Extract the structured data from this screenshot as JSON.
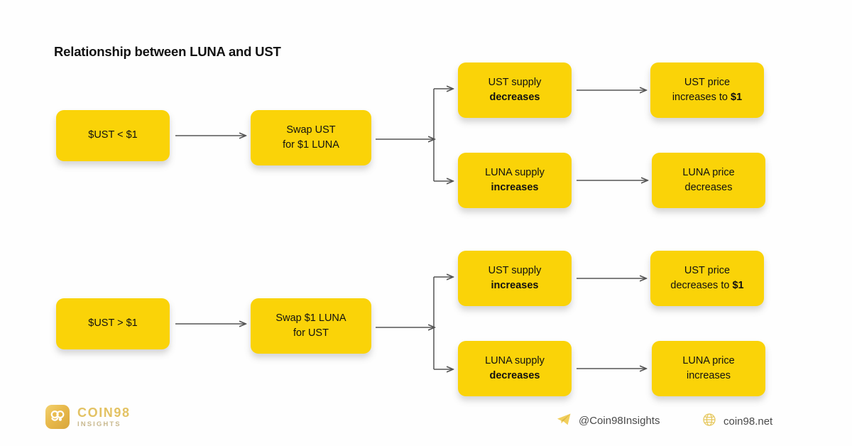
{
  "title": "Relationship between LUNA and UST",
  "theme": {
    "background": "#fefefe",
    "node_fill": "#fad308",
    "node_text": "#111111",
    "arrow": "#555555",
    "brand_gold": "#e3c263",
    "footer_text": "#4a4a4a"
  },
  "flows": [
    {
      "id": "flow-below-peg",
      "trigger": {
        "line1": "$UST < $1"
      },
      "action": {
        "line1": "Swap UST",
        "line2": "for $1 LUNA"
      },
      "branches": [
        {
          "id": "branch-ust-supply-down",
          "effect": {
            "line1": "UST supply",
            "line2": "decreases",
            "line2_bold": true
          },
          "result": {
            "line1": "UST price",
            "line2": "increases to ",
            "line2_bold_tail": "$1"
          }
        },
        {
          "id": "branch-luna-supply-up",
          "effect": {
            "line1": "LUNA supply",
            "line2": "increases",
            "line2_bold": true
          },
          "result": {
            "line1": "LUNA price",
            "line2": "decreases"
          }
        }
      ]
    },
    {
      "id": "flow-above-peg",
      "trigger": {
        "line1": "$UST > $1"
      },
      "action": {
        "line1": "Swap $1 LUNA",
        "line2": "for UST"
      },
      "branches": [
        {
          "id": "branch-ust-supply-up",
          "effect": {
            "line1": "UST supply",
            "line2": "increases",
            "line2_bold": true
          },
          "result": {
            "line1": "UST price",
            "line2": "decreases to ",
            "line2_bold_tail": "$1"
          }
        },
        {
          "id": "branch-luna-supply-down",
          "effect": {
            "line1": "LUNA supply",
            "line2": "decreases",
            "line2_bold": true
          },
          "result": {
            "line1": "LUNA price",
            "line2": "increases"
          }
        }
      ]
    }
  ],
  "footer": {
    "logo": {
      "name": "COIN98",
      "sub": "INSIGHTS",
      "mark": "coin98-logo-icon"
    },
    "telegram": {
      "icon": "telegram-icon",
      "label": "@Coin98Insights"
    },
    "website": {
      "icon": "globe-icon",
      "label": "coin98.net"
    }
  }
}
